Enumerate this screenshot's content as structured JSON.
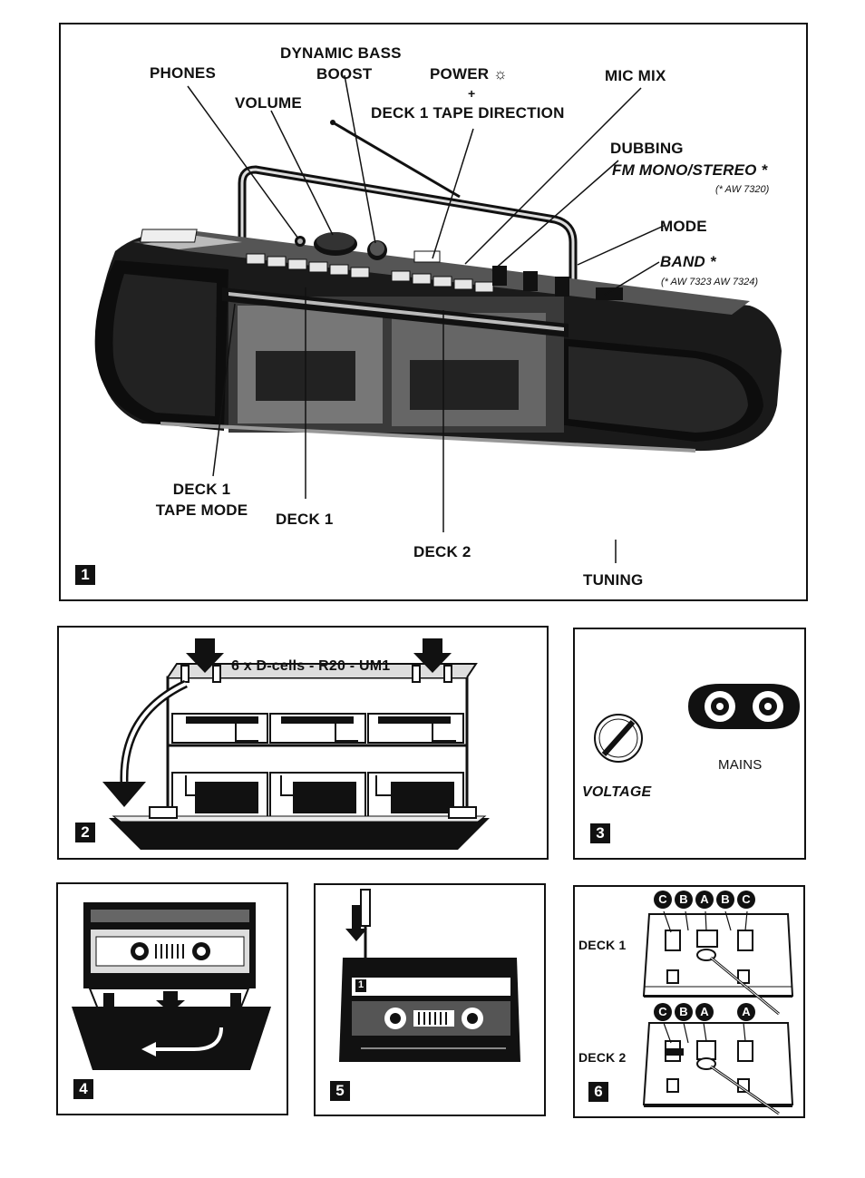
{
  "figure1": {
    "number": "1",
    "labels": {
      "phones": "PHONES",
      "dynamic_bass": "DYNAMIC BASS",
      "boost": "BOOST",
      "volume": "VOLUME",
      "power": "POWER",
      "power_symbol": "☼",
      "plus": "+",
      "deck1_tape_direction": "DECK 1 TAPE DIRECTION",
      "mic_mix": "MIC MIX",
      "dubbing": "DUBBING",
      "fm_mono_stereo": "FM MONO/STEREO *",
      "fm_note": "(* AW 7320)",
      "mode": "MODE",
      "band": "BAND *",
      "band_note": "(* AW 7323 AW 7324)",
      "deck1_tape_mode_1": "DECK 1",
      "deck1_tape_mode_2": "TAPE MODE",
      "deck1": "DECK 1",
      "deck2": "DECK 2",
      "tuning": "TUNING"
    }
  },
  "figure2": {
    "number": "2",
    "caption": "6 x D-cells - R20 - UM1"
  },
  "figure3": {
    "number": "3",
    "voltage": "VOLTAGE",
    "mains": "MAINS"
  },
  "figure4": {
    "number": "4"
  },
  "figure5": {
    "number": "5",
    "cassette_side": "1"
  },
  "figure6": {
    "number": "6",
    "deck1": "DECK 1",
    "deck2": "DECK 2",
    "deck1_letters": [
      "C",
      "B",
      "A",
      "B",
      "C"
    ],
    "deck2_letters": [
      "C",
      "B",
      "A",
      "A"
    ]
  }
}
